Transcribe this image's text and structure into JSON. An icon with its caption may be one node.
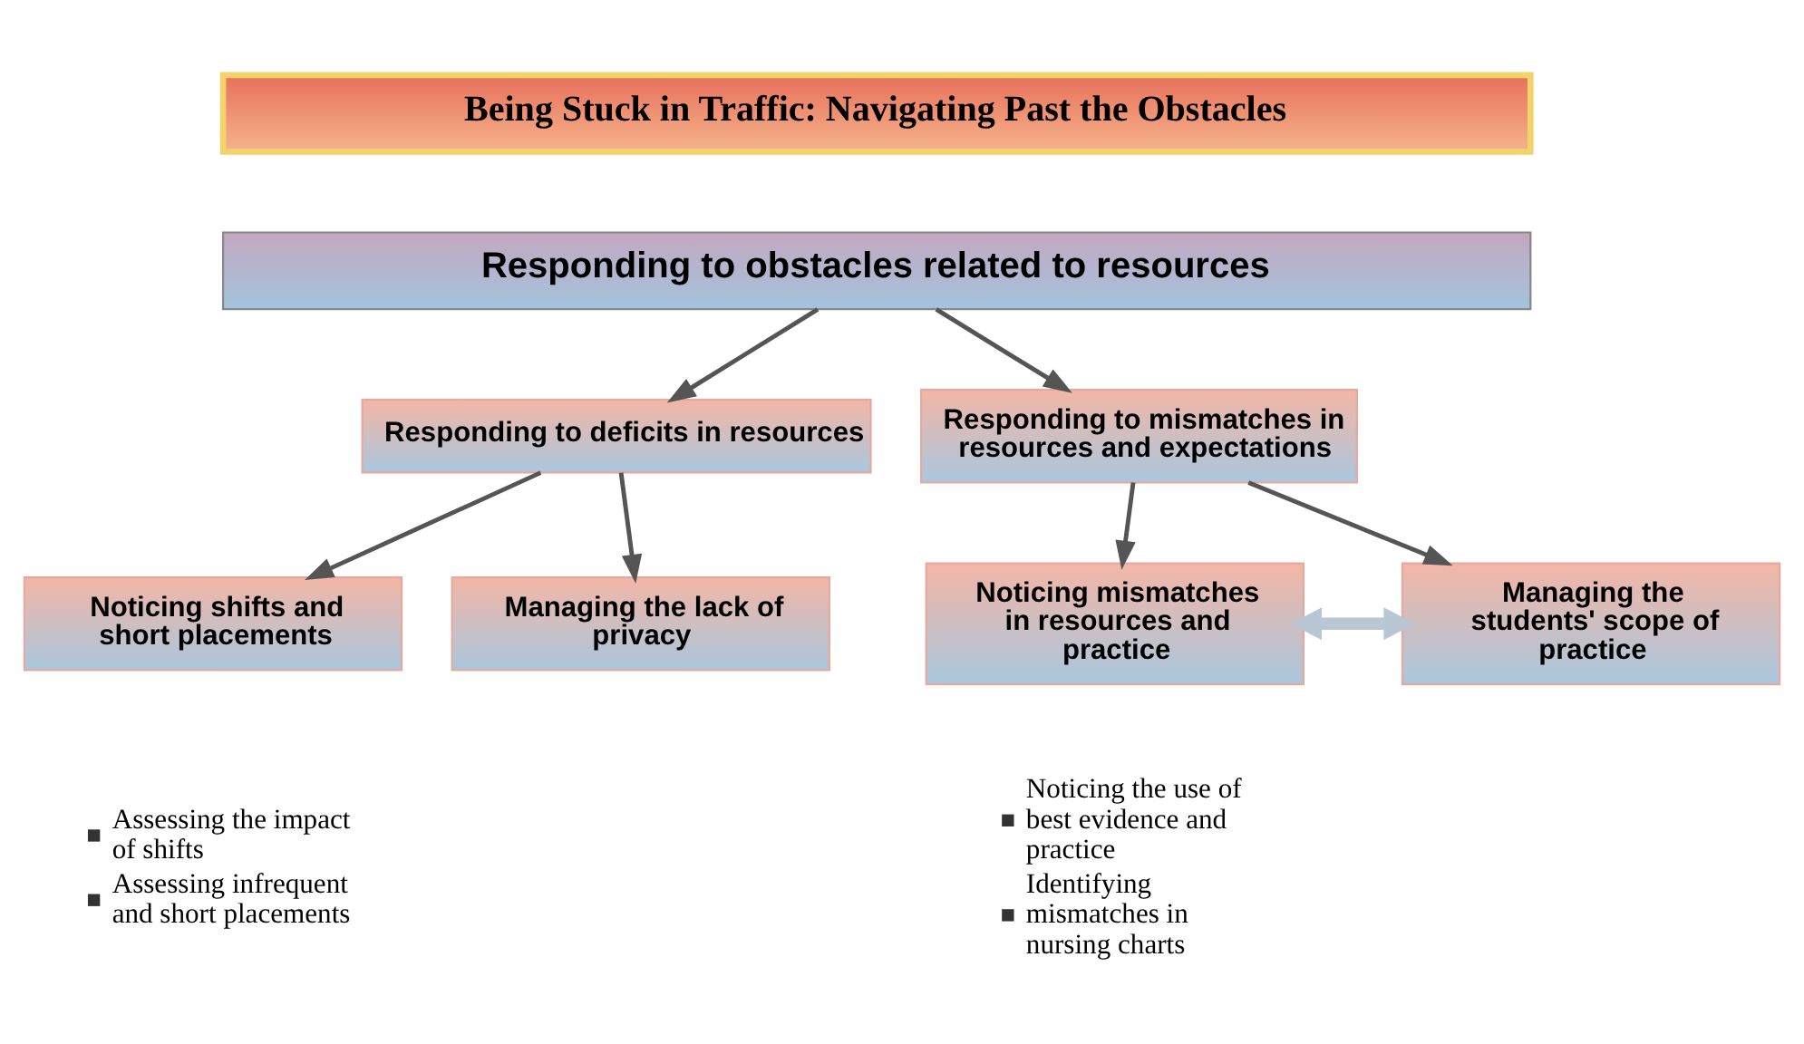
{
  "diagram": {
    "nodes": [
      {
        "text": [
          "Being Stuck in Traffic: Navigating Past the Obstacles"
        ]
      },
      {
        "text": [
          "Responding to obstacles related to resources"
        ]
      },
      {
        "text": [
          "Responding to deficits in resources"
        ]
      },
      {
        "text": [
          "Responding to mismatches in resources and expectations"
        ]
      },
      {
        "text": [
          "Noticing shifts and short placements"
        ],
        "beside": [
          "Assessing the impact of shifts",
          "Assessing infrequent and short placements"
        ]
      },
      {
        "text": [
          "Managing the lack of privacy"
        ]
      },
      {
        "text": [
          "Noticing mismatches in resources and practice"
        ],
        "beside": [
          "Noticing the use of best evidence and practice",
          "Identifying mismatches in nursing charts"
        ]
      },
      {
        "text": [
          "Managing the students' scope of practice"
        ]
      }
    ],
    "edges": [
      {
        "from": 1,
        "to": 2,
        "arrow": "to"
      },
      {
        "from": 1,
        "to": 3,
        "arrow": "to"
      },
      {
        "from": 2,
        "to": 4,
        "arrow": "to"
      },
      {
        "from": 2,
        "to": 5,
        "arrow": "to"
      },
      {
        "from": 3,
        "to": 6,
        "arrow": "to"
      },
      {
        "from": 3,
        "to": 7,
        "arrow": "to"
      },
      {
        "from": 6,
        "to": 7,
        "arrow": "both",
        "style": "thick",
        "color": "#b9c6d3"
      }
    ]
  }
}
